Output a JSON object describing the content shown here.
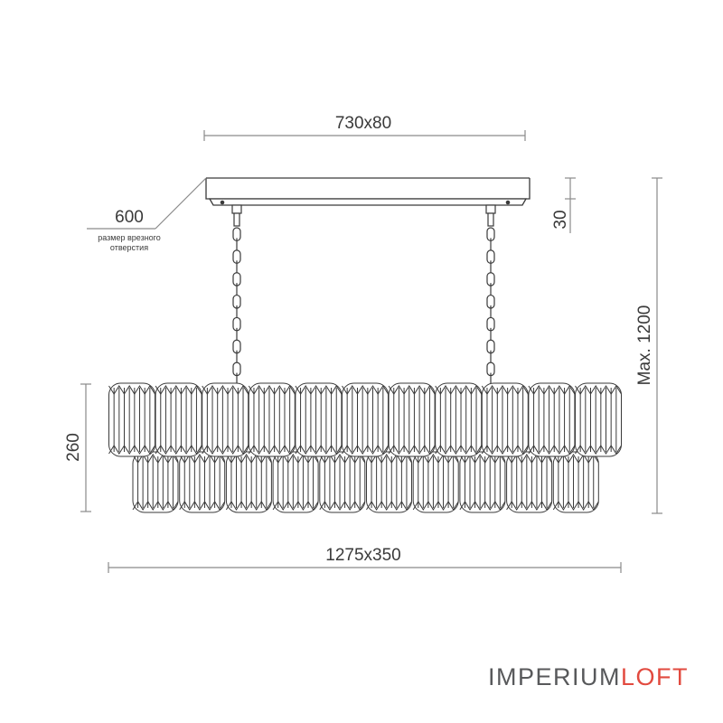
{
  "dimensions": {
    "canopy": "730x80",
    "cutout": "600",
    "cutout_note_line1": "размер врезного",
    "cutout_note_line2": "отверстия",
    "canopy_height": "30",
    "max_height": "Max. 1200",
    "shade_height": "260",
    "overall": "1275x350"
  },
  "brand": {
    "part1": "IMPERIUM",
    "part2": "LOFT",
    "color1": "#58595b",
    "color2": "#e24a3f"
  },
  "colors": {
    "line": "#3a3a3a",
    "dim_line": "#8a8a8a"
  },
  "structure": {
    "top_row_shades": 11,
    "bottom_row_shades": 10,
    "chain_links": 14
  }
}
